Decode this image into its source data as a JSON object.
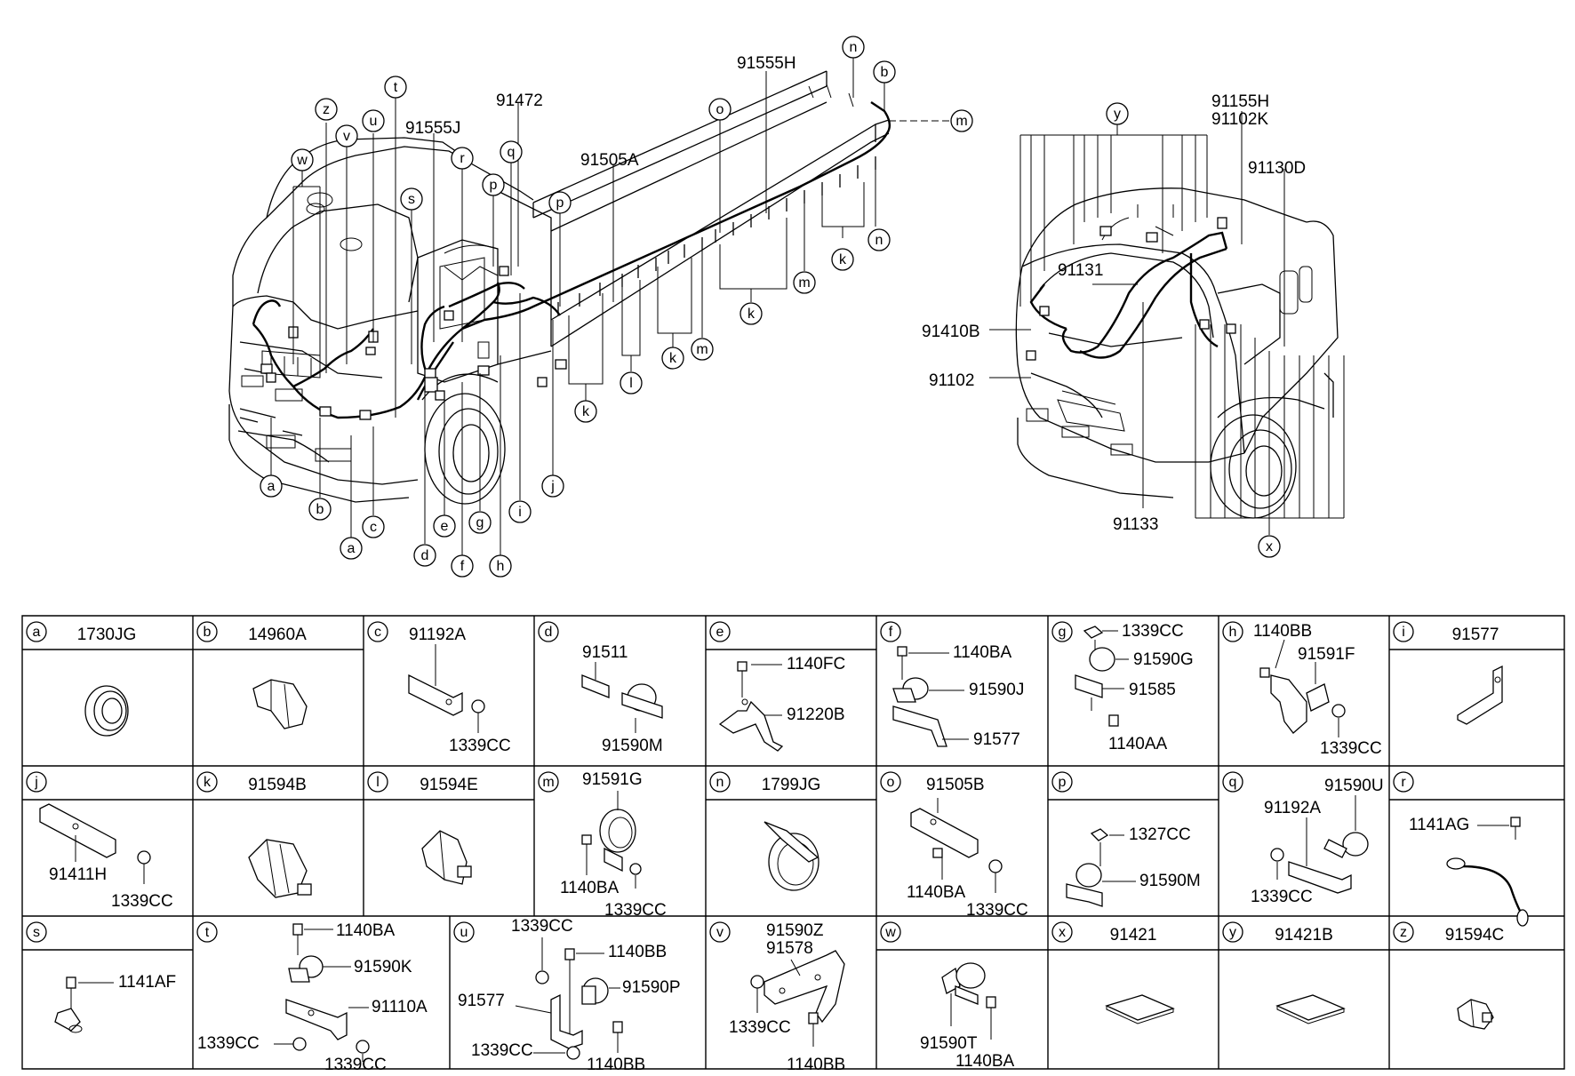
{
  "left_view": {
    "callouts": [
      {
        "id": "w",
        "text": "w"
      },
      {
        "id": "z",
        "text": "z"
      },
      {
        "id": "v",
        "text": "v"
      },
      {
        "id": "u",
        "text": "u"
      },
      {
        "id": "t",
        "text": "t"
      },
      {
        "id": "s",
        "text": "s"
      },
      {
        "id": "r",
        "text": "r"
      },
      {
        "id": "q",
        "text": "q"
      },
      {
        "id": "p1",
        "text": "p"
      },
      {
        "id": "p2",
        "text": "p"
      },
      {
        "id": "o",
        "text": "o"
      },
      {
        "id": "n1",
        "text": "n"
      },
      {
        "id": "b1",
        "text": "b"
      },
      {
        "id": "m1",
        "text": "m"
      },
      {
        "id": "k1",
        "text": "k"
      },
      {
        "id": "n2",
        "text": "n"
      },
      {
        "id": "m2",
        "text": "m"
      },
      {
        "id": "k2",
        "text": "k"
      },
      {
        "id": "m3",
        "text": "m"
      },
      {
        "id": "k3",
        "text": "k"
      },
      {
        "id": "l",
        "text": "l"
      },
      {
        "id": "k4",
        "text": "k"
      },
      {
        "id": "j",
        "text": "j"
      },
      {
        "id": "i",
        "text": "i"
      },
      {
        "id": "h",
        "text": "h"
      },
      {
        "id": "g",
        "text": "g"
      },
      {
        "id": "f",
        "text": "f"
      },
      {
        "id": "e",
        "text": "e"
      },
      {
        "id": "d",
        "text": "d"
      },
      {
        "id": "c",
        "text": "c"
      },
      {
        "id": "a1",
        "text": "a"
      },
      {
        "id": "b2",
        "text": "b"
      },
      {
        "id": "a2",
        "text": "a"
      }
    ],
    "part_numbers": {
      "p91555H": "91555H",
      "p91472": "91472",
      "p91555J": "91555J",
      "p91505A": "91505A"
    }
  },
  "right_view": {
    "callouts": [
      {
        "id": "y",
        "text": "y"
      },
      {
        "id": "x",
        "text": "x"
      }
    ],
    "part_numbers": {
      "p91155H": "91155H",
      "p91102K": "91102K",
      "p91130D": "91130D",
      "p91131": "91131",
      "p91410B": "91410B",
      "p91102": "91102",
      "p91133": "91133"
    }
  },
  "table": {
    "rows": [
      [
        {
          "letter": "a",
          "part": "1730JG"
        },
        {
          "letter": "b",
          "part": "14960A"
        },
        {
          "letter": "c",
          "part": "",
          "labels": [
            "91192A",
            "1339CC"
          ]
        },
        {
          "letter": "d",
          "part": "",
          "labels": [
            "91511",
            "91590M"
          ]
        },
        {
          "letter": "e",
          "part": "",
          "labels": [
            "1140FC",
            "91220B"
          ]
        },
        {
          "letter": "f",
          "part": "",
          "labels": [
            "1140BA",
            "91590J",
            "91577"
          ]
        },
        {
          "letter": "g",
          "part": "",
          "labels": [
            "1339CC",
            "91590G",
            "91585",
            "1140AA"
          ]
        },
        {
          "letter": "h",
          "part": "",
          "labels": [
            "1140BB",
            "91591F",
            "1339CC"
          ]
        },
        {
          "letter": "i",
          "part": "91577"
        }
      ],
      [
        {
          "letter": "j",
          "part": "",
          "labels": [
            "91411H",
            "1339CC"
          ]
        },
        {
          "letter": "k",
          "part": "91594B"
        },
        {
          "letter": "l",
          "part": "91594E"
        },
        {
          "letter": "m",
          "part": "",
          "labels": [
            "91591G",
            "1140BA",
            "1339CC"
          ]
        },
        {
          "letter": "n",
          "part": "1799JG"
        },
        {
          "letter": "o",
          "part": "",
          "labels": [
            "91505B",
            "1140BA",
            "1339CC"
          ]
        },
        {
          "letter": "p",
          "part": "",
          "labels": [
            "1327CC",
            "91590M"
          ]
        },
        {
          "letter": "q",
          "part": "",
          "labels": [
            "91590U",
            "91192A",
            "1339CC"
          ]
        },
        {
          "letter": "r",
          "part": "",
          "labels": [
            "1141AG"
          ]
        }
      ],
      [
        {
          "letter": "s",
          "part": "",
          "labels": [
            "1141AF"
          ]
        },
        {
          "letter": "t",
          "part": "",
          "labels": [
            "1140BA",
            "91590K",
            "91110A",
            "1339CC",
            "1339CC"
          ]
        },
        {
          "letter": "u",
          "part": "",
          "labels": [
            "1339CC",
            "1140BB",
            "91590P",
            "91577",
            "1339CC",
            "1140BB"
          ]
        },
        {
          "letter": "v",
          "part": "",
          "labels": [
            "91590Z",
            "91578",
            "1339CC",
            "1140BB"
          ]
        },
        {
          "letter": "w",
          "part": "",
          "labels": [
            "91590T",
            "1140BA"
          ]
        },
        {
          "letter": "x",
          "part": "91421"
        },
        {
          "letter": "y",
          "part": "91421B"
        },
        {
          "letter": "z",
          "part": "91594C"
        }
      ]
    ]
  }
}
